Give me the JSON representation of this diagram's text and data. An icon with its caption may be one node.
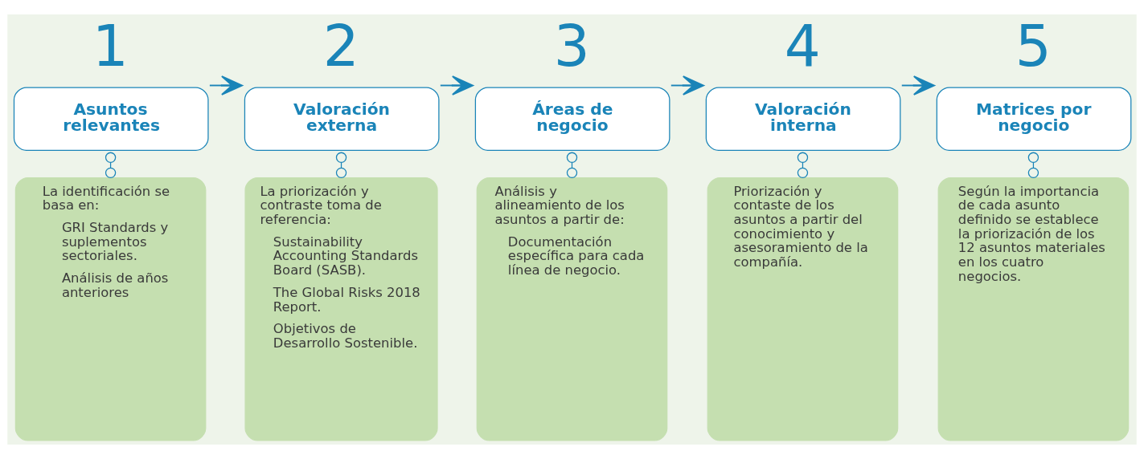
{
  "diagram": {
    "nodes": [
      {
        "text": [
          "Asuntos relevantes"
        ],
        "beside": [
          "1"
        ]
      },
      {
        "text": [
          "La identificación se basa en:",
          "GRI Standards y suplementos sectoriales.",
          "Análisis de años anteriores"
        ]
      },
      {
        "text": [
          "Valoración externa"
        ],
        "beside": [
          "2"
        ]
      },
      {
        "text": [
          "La priorización y contraste toma de referencia:",
          "Sustainability Accounting Standards Board (SASB).",
          "The Global Risks 2018 Report.",
          "Objetivos de Desarrollo Sostenible."
        ]
      },
      {
        "text": [
          "Áreas de negocio"
        ],
        "beside": [
          "3"
        ]
      },
      {
        "text": [
          "Análisis y alineamiento de los asuntos a partir de:",
          "Documentación específica para cada línea de negocio."
        ]
      },
      {
        "text": [
          "Valoración interna"
        ],
        "beside": [
          "4"
        ]
      },
      {
        "text": [
          "Priorización y contaste de los asuntos a partir del conocimiento y asesoramiento de la compañía."
        ]
      },
      {
        "text": [
          "Matrices por negocio"
        ],
        "beside": [
          "5"
        ]
      },
      {
        "text": [
          "Según la importancia de cada asunto definido se establece la priorización de los 12 asuntos materiales en los cuatro negocios."
        ]
      }
    ],
    "edges": [
      {
        "from": 0,
        "to": 1,
        "arrow": "other"
      },
      {
        "from": 0,
        "to": 2,
        "arrow": "to"
      },
      {
        "from": 2,
        "to": 3,
        "arrow": "other"
      },
      {
        "from": 2,
        "to": 4,
        "arrow": "to"
      },
      {
        "from": 4,
        "to": 5,
        "arrow": "other"
      },
      {
        "from": 4,
        "to": 6,
        "arrow": "to"
      },
      {
        "from": 6,
        "to": 7,
        "arrow": "other"
      },
      {
        "from": 6,
        "to": 8,
        "arrow": "to"
      },
      {
        "from": 8,
        "to": 9,
        "arrow": "other"
      }
    ]
  }
}
